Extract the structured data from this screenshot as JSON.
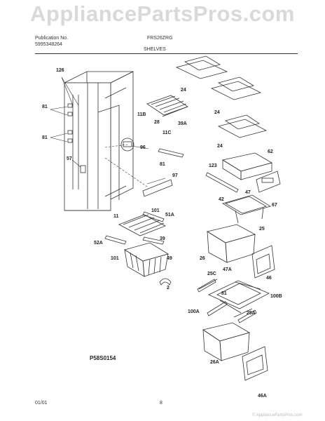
{
  "watermark": "AppliancePartsPros.com",
  "header": {
    "publication_label": "Publication No.",
    "publication_number": "5995348264",
    "model": "FRS26ZRG",
    "section": "SHELVES"
  },
  "diagram_ref": "P58S0154",
  "footer": {
    "date": "01/01",
    "page": "8"
  },
  "watermark_bottom": "© AppliancePartsPros.com",
  "callouts": [
    "126",
    "81",
    "81",
    "57",
    "11B",
    "28",
    "39A",
    "11C",
    "96",
    "81",
    "97",
    "24",
    "24",
    "24",
    "62",
    "123",
    "47",
    "67",
    "42",
    "25",
    "101",
    "51A",
    "11",
    "52A",
    "39",
    "49",
    "101",
    "2",
    "26",
    "46",
    "25C",
    "47A",
    "81",
    "100B",
    "100A",
    "25A",
    "26A",
    "46A"
  ]
}
